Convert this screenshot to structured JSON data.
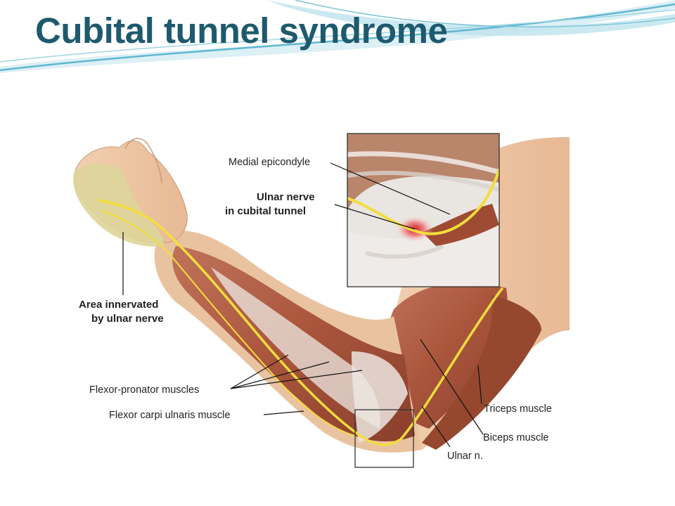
{
  "slide": {
    "title": "Cubital tunnel syndrome"
  },
  "diagram": {
    "labels": {
      "medial_epicondyle": "Medial epicondyle",
      "ulnar_nerve_line1": "Ulnar nerve",
      "ulnar_nerve_line2": "in cubital tunnel",
      "area_line1": "Area innervated",
      "area_line2": "by ulnar nerve",
      "flexor_pronator": "Flexor-pronator muscles",
      "flexor_carpi": "Flexor carpi ulnaris muscle",
      "triceps": "Triceps muscle",
      "biceps": "Biceps muscle",
      "ulnar_n": "Ulnar n."
    }
  },
  "colors": {
    "title": "#1e5a6e",
    "skin": "#efc9a6",
    "muscle": "#a9553c",
    "tendon": "#e8e4e0",
    "nerve": "#f2de3c",
    "innervated_area": "#ddd59a",
    "accent_swoosh": "#7ec6d9"
  }
}
